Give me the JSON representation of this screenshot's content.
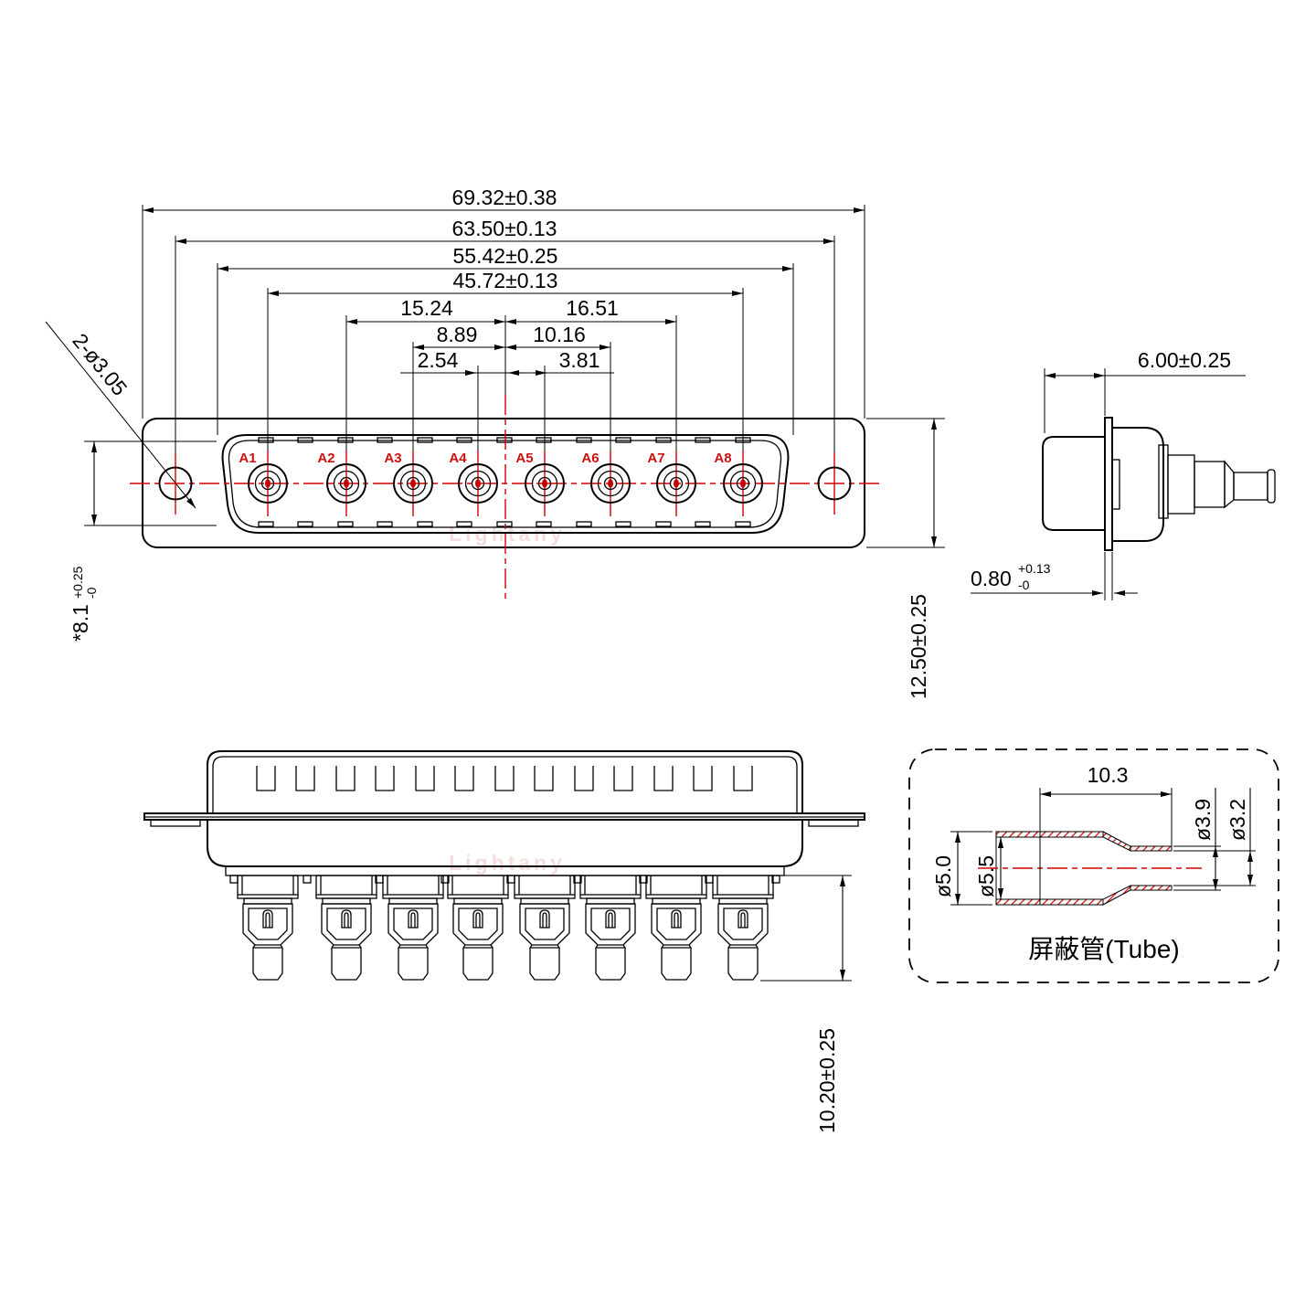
{
  "watermark": "Lightany",
  "colors": {
    "line": "#000000",
    "red": "#d60000",
    "label_red": "#cc1111",
    "watermark_pink": "#f0c3c3"
  },
  "front_view": {
    "contact_labels": [
      "A1",
      "A2",
      "A3",
      "A4",
      "A5",
      "A6",
      "A7",
      "A8"
    ],
    "dim_flange_width": "69.32±0.38",
    "dim_mount_hole_span": "63.50±0.13",
    "dim_shell_width": "55.42±0.25",
    "dim_contact_span": "45.72±0.13",
    "dim_a2_to_center": "15.24",
    "dim_center_to_a7": "16.51",
    "dim_a3_to_center": "8.89",
    "dim_center_to_a6": "10.16",
    "dim_a4_to_center": "2.54",
    "dim_center_to_a5": "3.81",
    "leader_mount_holes": "2-ø3.05",
    "dim_flange_height": "12.50±0.25",
    "dim_shell_height": {
      "value": "*8.1",
      "plus": "+0.25",
      "minus": "-0"
    }
  },
  "side_view": {
    "dim_depth": "6.00±0.25",
    "dim_flange_thickness": {
      "value": "0.80",
      "plus": "+0.13",
      "minus": "-0"
    }
  },
  "rear_view": {
    "dim_pin_length": "10.20±0.25"
  },
  "tube_detail": {
    "dim_length": "10.3",
    "dim_dia_left_outer": "ø5.0",
    "dim_dia_left_inner": "ø5.5",
    "dim_dia_right_outer": "ø3.9",
    "dim_dia_right_inner": "ø3.2",
    "caption": "屏蔽管(Tube)"
  }
}
